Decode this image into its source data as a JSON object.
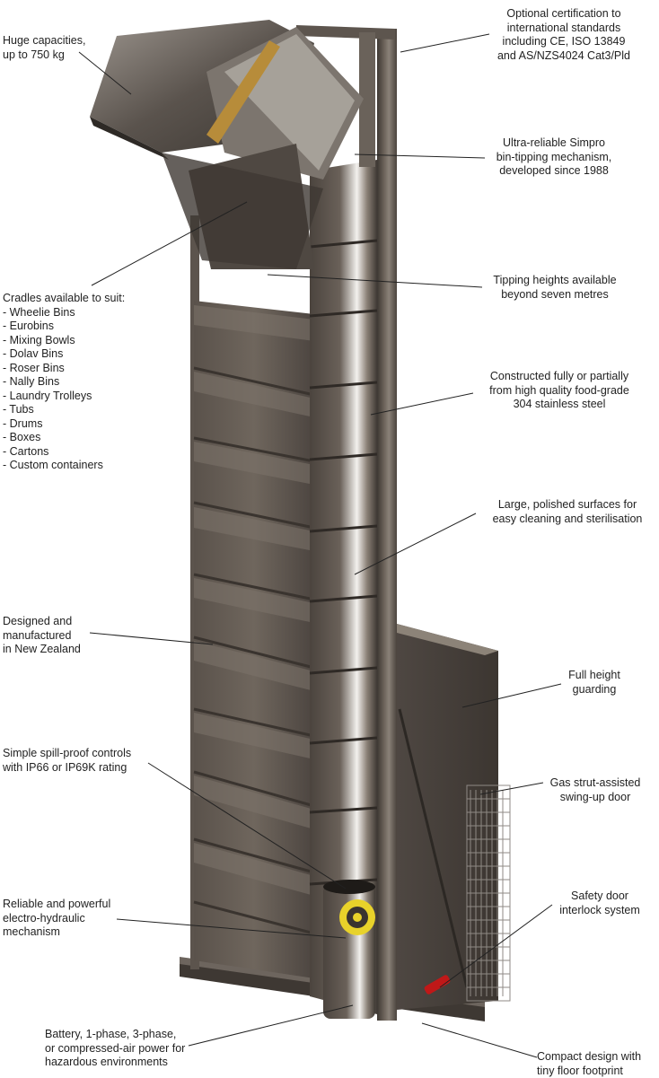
{
  "callouts": {
    "capacity": [
      "Huge capacities,",
      "up to 750 kg"
    ],
    "certification": [
      "Optional certification to",
      "international standards",
      "including CE, ISO 13849",
      "and AS/NZS4024 Cat3/Pld"
    ],
    "mechanism": [
      "Ultra-reliable Simpro",
      "bin-tipping mechanism,",
      "developed since 1988"
    ],
    "heights": [
      "Tipping heights available",
      "beyond seven metres"
    ],
    "cradles_title": "Cradles available to suit:",
    "cradles": [
      "- Wheelie Bins",
      "- Eurobins",
      "- Mixing Bowls",
      "- Dolav Bins",
      "- Roser Bins",
      "- Nally Bins",
      "- Laundry Trolleys",
      "- Tubs",
      "- Drums",
      "- Boxes",
      "- Cartons",
      "- Custom containers"
    ],
    "steel": [
      "Constructed fully or partially",
      "from high quality food-grade",
      "304 stainless steel"
    ],
    "surfaces": [
      "Large, polished surfaces for",
      "easy cleaning and sterilisation"
    ],
    "designed": [
      "Designed and",
      "manufactured",
      "in New Zealand"
    ],
    "guarding": [
      "Full height",
      "guarding"
    ],
    "controls": [
      "Simple spill-proof controls",
      "with IP66 or IP69K rating"
    ],
    "gas_strut": [
      "Gas strut-assisted",
      "swing-up door"
    ],
    "hydraulic": [
      "Reliable and powerful",
      "electro-hydraulic",
      "mechanism"
    ],
    "interlock": [
      "Safety door",
      "interlock system"
    ],
    "power": [
      "Battery, 1-phase, 3-phase,",
      "or compressed-air power for",
      "hazardous environments"
    ],
    "footprint": [
      "Compact design with",
      "tiny floor footprint"
    ]
  }
}
